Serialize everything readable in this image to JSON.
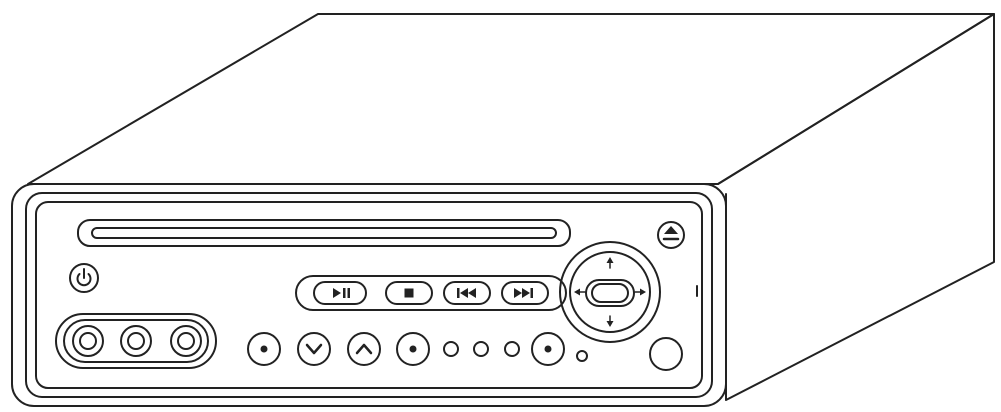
{
  "colors": {
    "stroke": "#222222",
    "background": "#ffffff"
  },
  "icons": {
    "power": "power-icon",
    "eject": "eject-icon",
    "play_pause": "play-pause-icon",
    "stop": "stop-icon",
    "previous": "previous-track-icon",
    "next": "next-track-icon",
    "down": "chevron-down-icon",
    "up": "chevron-up-icon",
    "arrow_up": "arrow-up-icon",
    "arrow_down": "arrow-down-icon",
    "arrow_left": "arrow-left-icon",
    "arrow_right": "arrow-right-icon"
  },
  "front_panel": {
    "controls": [
      "power-button",
      "eject-button",
      "play-pause-button",
      "stop-button",
      "previous-track-button",
      "next-track-button",
      "navigation-ring",
      "enter-button",
      "av-input-jacks",
      "function-buttons",
      "indicator-leds",
      "ir-sensor-window"
    ]
  }
}
